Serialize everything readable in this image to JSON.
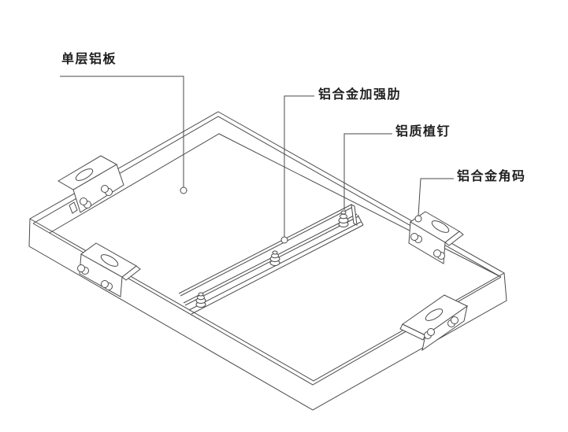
{
  "canvas": {
    "background": "#ffffff",
    "line_color": "#4a4a4a",
    "label_color": "#1f1f1f"
  },
  "diagram": {
    "type": "isometric technical line drawing",
    "labels": [
      {
        "id": "single-layer-aluminum-panel",
        "text": "单层铝板"
      },
      {
        "id": "aluminum-alloy-reinforcing-rib",
        "text": "铝合金加强肋"
      },
      {
        "id": "aluminum-stud-pin",
        "text": "铝质植钉"
      },
      {
        "id": "aluminum-alloy-corner-bracket",
        "text": "铝合金角码"
      }
    ]
  }
}
